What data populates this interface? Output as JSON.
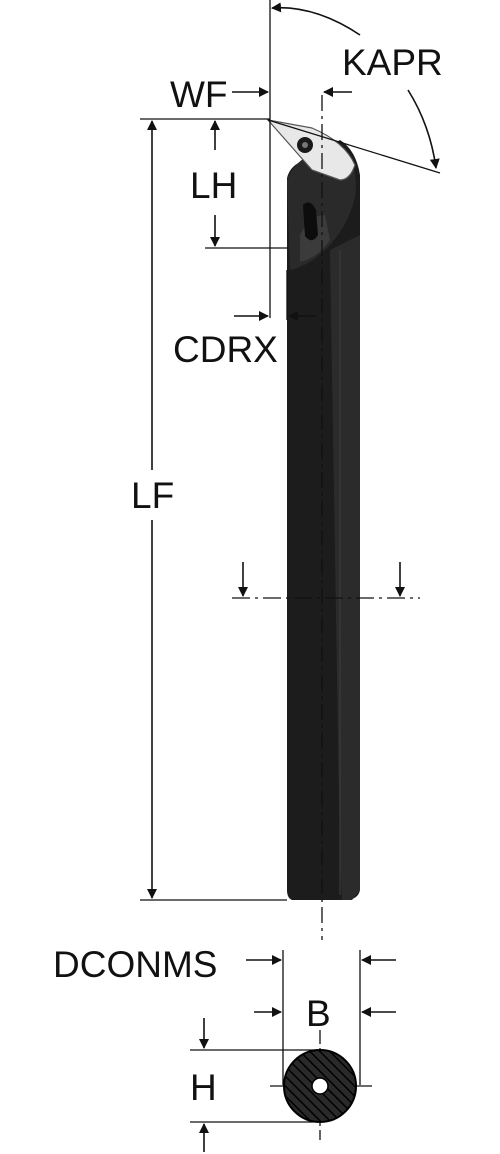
{
  "labels": {
    "kapr": "KAPR",
    "wf": "WF",
    "lh": "LH",
    "cdrx": "CDRX",
    "lf": "LF",
    "dconms": "DCONMS",
    "b": "B",
    "h": "H"
  },
  "colors": {
    "tool_body": "#1c1c1c",
    "tool_edge": "#3a3a3a",
    "insert": "#e8e8e8",
    "line": "#111111",
    "section_hatch": "#000000",
    "background": "#ffffff"
  },
  "icons": {
    "insert_screw": "screw-icon",
    "coolant_hole": "coolant-hole-icon"
  }
}
